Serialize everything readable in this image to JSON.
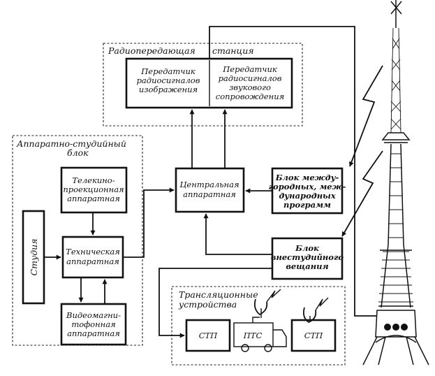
{
  "diagram": {
    "sections": {
      "radio_station": [
        "Радиопередающая",
        "станция"
      ],
      "studio_block": [
        "Аппаратно-студийный",
        "блок"
      ],
      "translation": [
        "Трансляционные",
        "устройства"
      ]
    },
    "boxes": {
      "video_tx": [
        "Передатчик",
        "радиосигналов",
        "изображения"
      ],
      "audio_tx": [
        "Передатчик",
        "радиосигналов",
        "звукового",
        "сопровождения"
      ],
      "telecine": [
        "Телекино-",
        "проекционная",
        "аппаратная"
      ],
      "central": [
        "Центральная",
        "аппаратная"
      ],
      "intercity": [
        "Блок между-",
        "городных, меж-",
        "дународных",
        "программ"
      ],
      "studio": "Студия",
      "technical": [
        "Техническая",
        "аппаратная"
      ],
      "outside": [
        "Блок",
        "внестудийного",
        "вещания"
      ],
      "vtr": [
        "Видеомагни-",
        "тофонная",
        "аппаратная"
      ],
      "stp_left": "СТП",
      "pts": "ПТС",
      "stp_right": "СТП"
    }
  }
}
